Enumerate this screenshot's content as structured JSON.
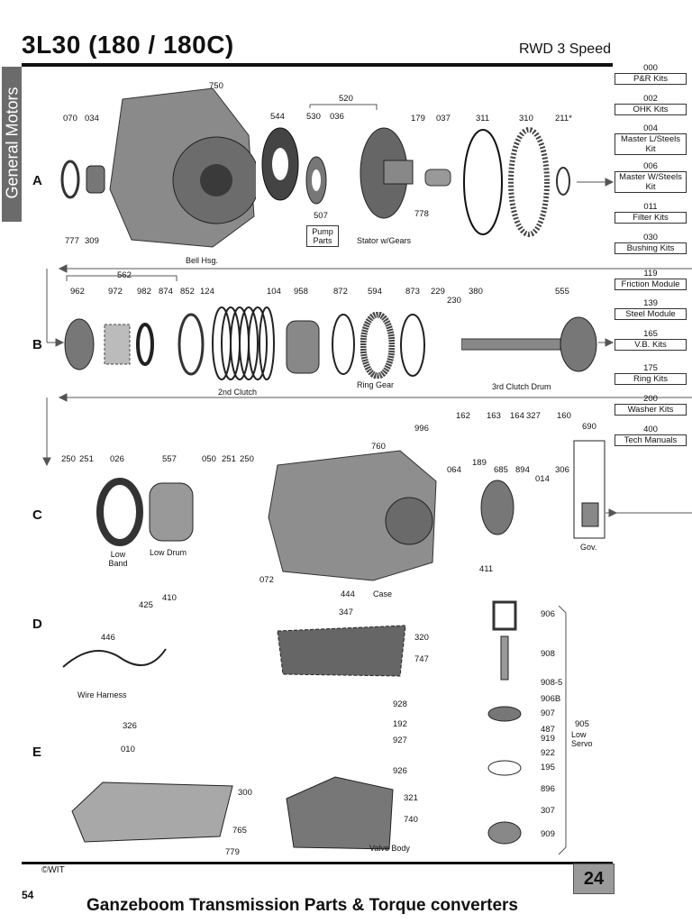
{
  "header": {
    "title": "3L30 (180 / 180C)",
    "subtitle": "RWD 3 Speed",
    "side_tab": "General Motors"
  },
  "sections": [
    "A",
    "B",
    "C",
    "D",
    "E"
  ],
  "kits": [
    {
      "code": "000",
      "label": "P&R Kits"
    },
    {
      "code": "002",
      "label": "OHK Kits"
    },
    {
      "code": "004",
      "label": "Master L/Steels Kit"
    },
    {
      "code": "006",
      "label": "Master W/Steels Kit"
    },
    {
      "code": "011",
      "label": "Filter Kits"
    },
    {
      "code": "030",
      "label": "Bushing Kits"
    },
    {
      "code": "119",
      "label": "Friction Module"
    },
    {
      "code": "139",
      "label": "Steel Module"
    },
    {
      "code": "165",
      "label": "V.B. Kits"
    },
    {
      "code": "175",
      "label": "Ring Kits"
    },
    {
      "code": "200",
      "label": "Washer Kits"
    },
    {
      "code": "400",
      "label": "Tech Manuals"
    }
  ],
  "row_a": {
    "numbers": [
      "070",
      "034",
      "750",
      "544",
      "530",
      "036",
      "520",
      "179",
      "037",
      "311",
      "310",
      "211*",
      "777",
      "309",
      "778",
      "507"
    ],
    "captions": [
      "Bell Hsg.",
      "Stator w/Gears"
    ],
    "boxed": "Pump Parts"
  },
  "row_b": {
    "numbers": [
      "562",
      "962",
      "972",
      "982",
      "874",
      "852",
      "124",
      "104",
      "958",
      "872",
      "594",
      "873",
      "229",
      "230",
      "380",
      "555"
    ],
    "captions": [
      "2nd Clutch",
      "Ring Gear",
      "3rd Clutch Drum"
    ]
  },
  "row_c": {
    "numbers": [
      "250",
      "251",
      "026",
      "557",
      "050",
      "251",
      "250",
      "760",
      "996",
      "162",
      "163",
      "164",
      "327",
      "160",
      "690",
      "064",
      "189",
      "685",
      "894",
      "014",
      "306",
      "072",
      "411",
      "444",
      "347"
    ],
    "captions": [
      "Low Band",
      "Low Drum",
      "Case",
      "Gov."
    ]
  },
  "row_d": {
    "numbers": [
      "425",
      "410",
      "446",
      "320",
      "747",
      "906",
      "908",
      "908-5",
      "906B",
      "907",
      "487",
      "919",
      "922",
      "195",
      "896",
      "307",
      "909",
      "928",
      "192",
      "927",
      "926",
      "905"
    ],
    "captions": [
      "Wire Harness",
      "Low Servo"
    ]
  },
  "row_e": {
    "numbers": [
      "326",
      "010",
      "300",
      "765",
      "779",
      "321",
      "740"
    ],
    "captions": [
      "Valve Body"
    ]
  },
  "footer": {
    "copyright": "©WIT",
    "page_box": "24",
    "page_number": "54",
    "company": "Ganzeboom Transmission Parts & Torque converters"
  }
}
